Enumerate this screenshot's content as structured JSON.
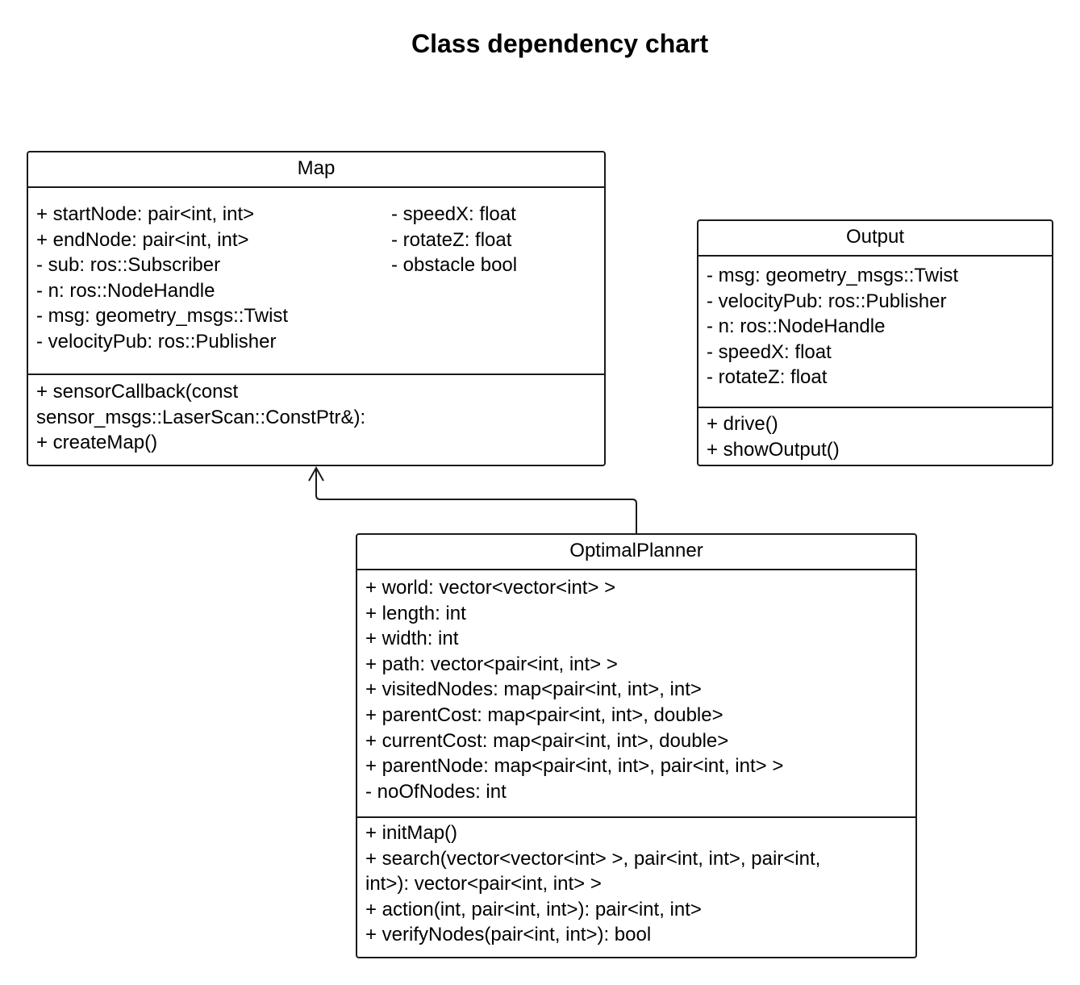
{
  "diagram": {
    "title": "Class dependency chart",
    "classes": {
      "map": {
        "name": "Map",
        "attributes_left": [
          "+ startNode: pair<int, int>",
          "+ endNode: pair<int, int>",
          "- sub: ros::Subscriber",
          "- n: ros::NodeHandle",
          "- msg: geometry_msgs::Twist",
          "- velocityPub: ros::Publisher"
        ],
        "attributes_right": [
          "- speedX: float",
          "- rotateZ: float",
          "- obstacle bool"
        ],
        "operations": [
          "+ sensorCallback(const",
          "sensor_msgs::LaserScan::ConstPtr&):",
          "+ createMap()"
        ]
      },
      "output": {
        "name": "Output",
        "attributes": [
          "- msg: geometry_msgs::Twist",
          "- velocityPub: ros::Publisher",
          "- n: ros::NodeHandle",
          "- speedX: float",
          "- rotateZ: float"
        ],
        "operations": [
          "+ drive()",
          "+ showOutput()"
        ]
      },
      "planner": {
        "name": "OptimalPlanner",
        "attributes": [
          "+ world: vector<vector<int> >",
          "+ length: int",
          "+ width: int",
          "+ path: vector<pair<int, int> >",
          "+ visitedNodes: map<pair<int, int>, int>",
          "+ parentCost: map<pair<int, int>, double>",
          "+ currentCost: map<pair<int, int>, double>",
          "+ parentNode: map<pair<int, int>, pair<int, int> >",
          "- noOfNodes: int"
        ],
        "operations": [
          "+ initMap()",
          "+ search(vector<vector<int> >, pair<int, int>, pair<int,",
          "int>): vector<pair<int, int> >",
          "+ action(int, pair<int, int>): pair<int, int>",
          "+ verifyNodes(pair<int, int>): bool"
        ]
      }
    },
    "relations": [
      {
        "from": "OptimalPlanner",
        "to": "Map",
        "kind": "dependency"
      }
    ],
    "colors": {
      "line": "#1a1a1a",
      "background": "#ffffff"
    }
  }
}
